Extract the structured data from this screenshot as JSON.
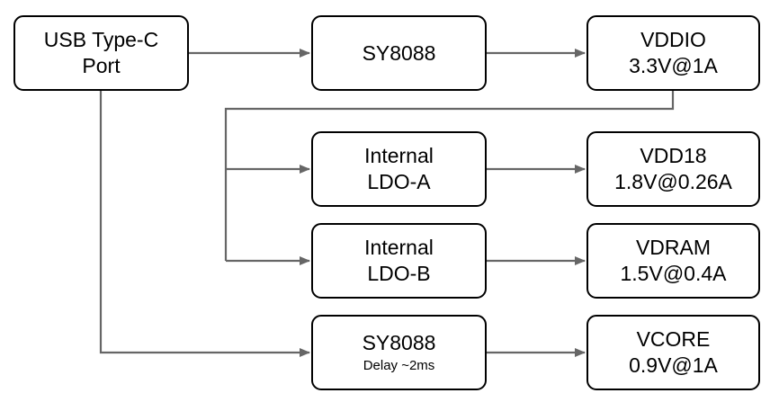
{
  "colors": {
    "connector": "#666666",
    "box_border": "#000000",
    "background": "#ffffff"
  },
  "nodes": {
    "usb": {
      "line1": "USB Type-C",
      "line2": "Port"
    },
    "sy8088_1": {
      "line1": "SY8088"
    },
    "vddio": {
      "line1": "VDDIO",
      "line2": "3.3V@1A"
    },
    "ldo_a": {
      "line1": "Internal",
      "line2": "LDO-A"
    },
    "vdd18": {
      "line1": "VDD18",
      "line2": "1.8V@0.26A"
    },
    "ldo_b": {
      "line1": "Internal",
      "line2": "LDO-B"
    },
    "vdram": {
      "line1": "VDRAM",
      "line2": "1.5V@0.4A"
    },
    "sy8088_2": {
      "line1": "SY8088",
      "line2": "Delay ~2ms"
    },
    "vcore": {
      "line1": "VCORE",
      "line2": "0.9V@1A"
    }
  },
  "connections": [
    {
      "from": "USB Type-C Port",
      "to": "SY8088"
    },
    {
      "from": "SY8088",
      "to": "VDDIO"
    },
    {
      "from": "VDDIO",
      "to": "Internal LDO-A"
    },
    {
      "from": "VDDIO",
      "to": "Internal LDO-B"
    },
    {
      "from": "Internal LDO-A",
      "to": "VDD18"
    },
    {
      "from": "Internal LDO-B",
      "to": "VDRAM"
    },
    {
      "from": "USB Type-C Port",
      "to": "SY8088 Delay ~2ms"
    },
    {
      "from": "SY8088 Delay ~2ms",
      "to": "VCORE"
    }
  ]
}
